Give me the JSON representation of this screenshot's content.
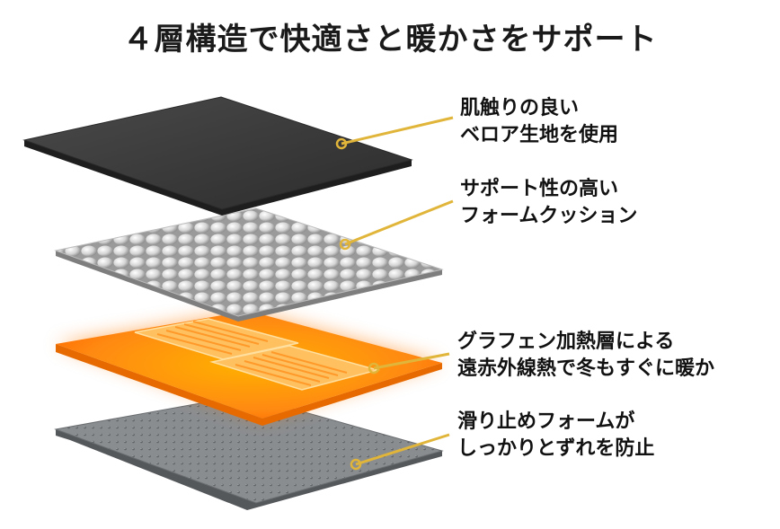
{
  "title": "４層構造で快適さと暖かさをサポート",
  "layers": [
    {
      "id": "velour",
      "line1": "肌触りの良い",
      "line2": "ベロア生地を使用"
    },
    {
      "id": "foam",
      "line1": "サポート性の高い",
      "line2": "フォームクッション"
    },
    {
      "id": "heater",
      "line1": "グラフェン加熱層による",
      "line2": "遠赤外線熱で冬もすぐに暖か"
    },
    {
      "id": "nonslip",
      "line1": "滑り止めフォームが",
      "line2": "しっかりとずれを防止"
    }
  ],
  "colors": {
    "callout": "#e0b53a",
    "velour": "#3a3a3a",
    "foam": "#d8d8d8",
    "heater": "#ff8a12",
    "heater_element": "#ffb347",
    "nonslip": "#8a8d90"
  }
}
